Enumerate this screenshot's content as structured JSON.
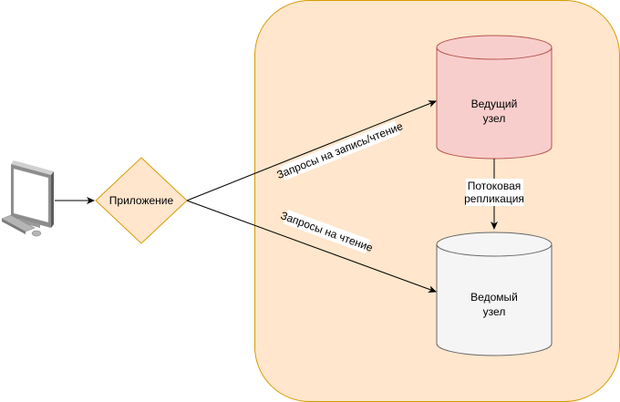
{
  "diagram": {
    "nodes": {
      "client": {
        "label": "",
        "icon": "computer-icon"
      },
      "app": {
        "label": "Приложение",
        "fill": "#ffe6cc",
        "stroke": "#d79b00"
      },
      "leader": {
        "line1": "Ведущий",
        "line2": "узел",
        "fill": "#f8cecc",
        "stroke": "#b85450"
      },
      "follower": {
        "line1": "Ведомый",
        "line2": "узел",
        "fill": "#f5f5f5",
        "stroke": "#666666"
      },
      "cluster": {
        "fill": "#ffe6cc",
        "stroke": "#d79b00"
      }
    },
    "edges": {
      "write_read": {
        "label": "Запросы на запись/чтение"
      },
      "read": {
        "label": "Запросы на чтение"
      },
      "replication": {
        "line1": "Потоковая",
        "line2": "репликация"
      }
    }
  }
}
